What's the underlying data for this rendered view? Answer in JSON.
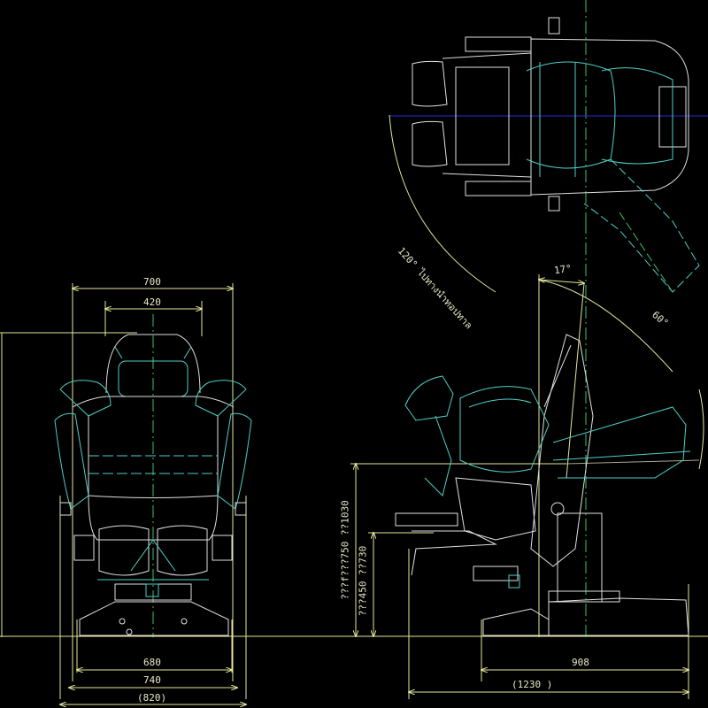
{
  "drawing": {
    "type": "CAD seat drawing",
    "background": "#000000",
    "colors": {
      "outline": "#e0e0e0",
      "alt_outline": "#4fd0c8",
      "dimension": "#e6e69a",
      "centerline": "#39c46a",
      "axis_blue": "#2a2ad0"
    }
  },
  "front_view": {
    "dims_top": [
      "700",
      "420"
    ],
    "dims_bottom": [
      "680",
      "740",
      "(820)"
    ]
  },
  "side_view": {
    "dims_vertical": [
      "???f???750 ??1030",
      "???450 ??730"
    ],
    "dims_bottom": [
      "908",
      "(1230 )"
    ],
    "angles": [
      "17°",
      "60°"
    ]
  },
  "top_view": {
    "rotation_label": "120° ไปทางนำทอปทาล"
  }
}
